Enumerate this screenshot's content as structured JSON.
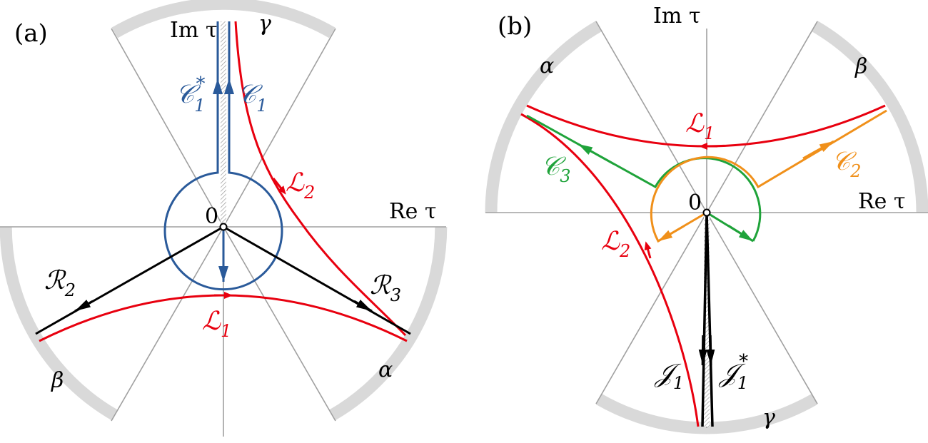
{
  "panel_a": {
    "tag": "(a)",
    "axis_im": "Im τ",
    "axis_re": "Re τ",
    "origin": "0",
    "sector_gamma": "γ",
    "sector_alpha": "α",
    "sector_beta": "β",
    "contour_c1_star": "𝒞",
    "contour_c1_star_sub": "1",
    "contour_c1_star_sup": "*",
    "contour_c1": "𝒞",
    "contour_c1_sub": "1",
    "contour_l2": "ℒ",
    "contour_l2_sub": "2",
    "contour_l1": "ℒ",
    "contour_l1_sub": "1",
    "contour_r2": "ℛ",
    "contour_r2_sub": "2",
    "contour_r3": "ℛ",
    "contour_r3_sub": "3"
  },
  "panel_b": {
    "tag": "(b)",
    "axis_im": "Im τ",
    "axis_re": "Re τ",
    "origin": "0",
    "sector_alpha": "α",
    "sector_beta": "β",
    "sector_gamma": "γ",
    "contour_l1": "ℒ",
    "contour_l1_sub": "1",
    "contour_c3": "𝒞",
    "contour_c3_sub": "3",
    "contour_c2": "𝒞",
    "contour_c2_sub": "2",
    "contour_l2": "ℒ",
    "contour_l2_sub": "2",
    "contour_j1": "𝒥",
    "contour_j1_sub": "1",
    "contour_j1_star": "𝒥",
    "contour_j1_star_sub": "1",
    "contour_j1_star_sup": "*"
  },
  "colors": {
    "red": "#e8000f",
    "blue": "#2a5a9a",
    "black": "#000000",
    "green": "#1fa33a",
    "orange": "#f0901a",
    "grey_band": "#d9d9d9",
    "grey_line": "#a0a0a0"
  }
}
